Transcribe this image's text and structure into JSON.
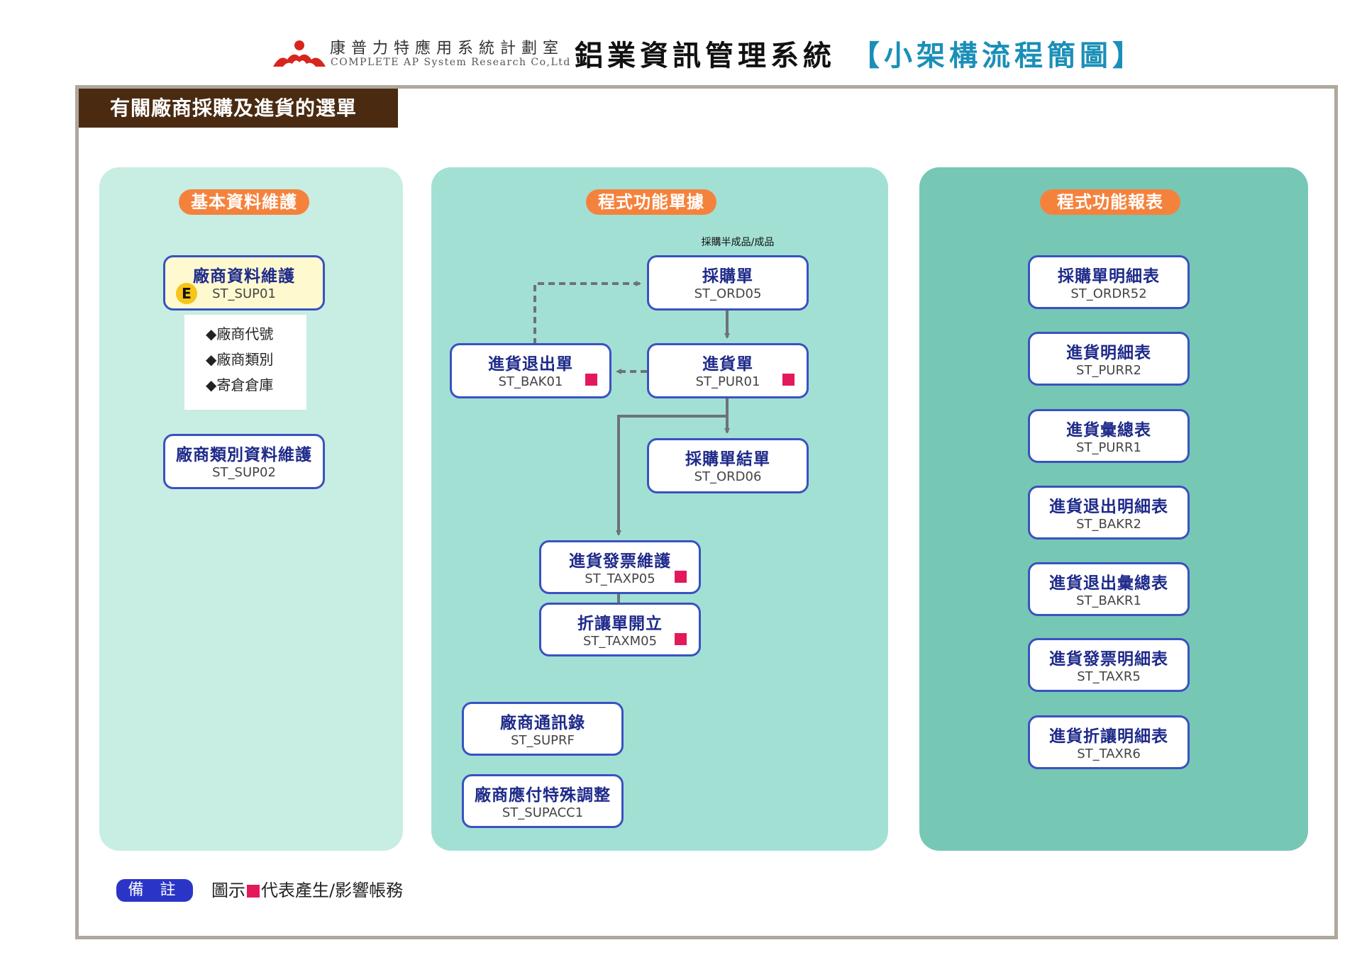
{
  "header": {
    "company_cn": "康普力特應用系統計劃室",
    "company_en": "COMPLETE AP System Research Co,Ltd",
    "title_main": "鋁業資訊管理系統",
    "title_sub": "【小架構流程簡圖】"
  },
  "section": {
    "title": "有關廠商採購及進貨的選單"
  },
  "columns": {
    "basic": {
      "label": "基本資料維護"
    },
    "docs": {
      "label": "程式功能單據"
    },
    "reports": {
      "label": "程式功能報表"
    }
  },
  "basic_boxes": [
    {
      "title": "廠商資料維護",
      "code": "ST_SUP01",
      "badge": "E"
    },
    {
      "title": "廠商類別資料維護",
      "code": "ST_SUP02"
    }
  ],
  "vendor_attributes": [
    "◆廠商代號",
    "◆廠商類別",
    "◆寄倉倉庫"
  ],
  "doc_note": "採購半成品/成品",
  "doc_boxes": [
    {
      "title": "採購單",
      "code": "ST_ORD05",
      "ledger": false
    },
    {
      "title": "進貨退出單",
      "code": "ST_BAK01",
      "ledger": true
    },
    {
      "title": "進貨單",
      "code": "ST_PUR01",
      "ledger": true
    },
    {
      "title": "採購單結單",
      "code": "ST_ORD06",
      "ledger": false
    },
    {
      "title": "進貨發票維護",
      "code": "ST_TAXP05",
      "ledger": true
    },
    {
      "title": "折讓單開立",
      "code": "ST_TAXM05",
      "ledger": true
    },
    {
      "title": "廠商通訊錄",
      "code": "ST_SUPRF",
      "ledger": false
    },
    {
      "title": "廠商應付特殊調整",
      "code": "ST_SUPACC1",
      "ledger": false
    }
  ],
  "report_boxes": [
    {
      "title": "採購單明細表",
      "code": "ST_ORDR52"
    },
    {
      "title": "進貨明細表",
      "code": "ST_PURR2"
    },
    {
      "title": "進貨彙總表",
      "code": "ST_PURR1"
    },
    {
      "title": "進貨退出明細表",
      "code": "ST_BAKR2"
    },
    {
      "title": "進貨退出彙總表",
      "code": "ST_BAKR1"
    },
    {
      "title": "進貨發票明細表",
      "code": "ST_TAXR5"
    },
    {
      "title": "進貨折讓明細表",
      "code": "ST_TAXR6"
    }
  ],
  "remark": {
    "label": "備 註",
    "text_before": "圖示",
    "text_after": "代表產生/影響帳務"
  },
  "colors": {
    "accent_red": "#e3195a",
    "pill_orange": "#f5823c",
    "box_border": "#3a52c0",
    "section_brown": "#4a2b12"
  }
}
